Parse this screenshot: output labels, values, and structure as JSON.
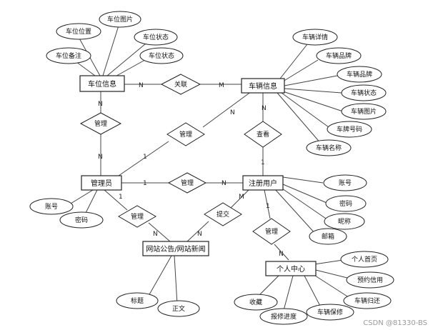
{
  "entities": {
    "parking": "车位信息",
    "vehicle": "车辆信息",
    "admin": "管理员",
    "user": "注册用户",
    "news": "网站公告/网站新闻",
    "center": "个人中心"
  },
  "attributes": {
    "parking": [
      "车位位置",
      "车位图片",
      "车位状态",
      "车位备注",
      "车位状态"
    ],
    "vehicle": [
      "车辆详情",
      "车辆品牌",
      "车辆品牌",
      "车辆状态",
      "车辆图片",
      "车牌号码",
      "车辆名称"
    ],
    "admin": [
      "账号",
      "密码"
    ],
    "user": [
      "账号",
      "密码",
      "昵称",
      "邮箱"
    ],
    "news": [
      "标题",
      "正文"
    ],
    "center": [
      "个人首页",
      "预约信用",
      "车辆归还",
      "报修进度",
      "车辆保修",
      "收藏"
    ]
  },
  "relations": {
    "parking_vehicle": "关联",
    "admin_parking": "管理",
    "admin_vehicle": "管理",
    "admin_user": "管理",
    "user_vehicle": "查看",
    "admin_news": "管理",
    "user_news": "提交",
    "user_center": "管理"
  },
  "cardinalities": {
    "pv_n": "N",
    "pv_m": "M",
    "ap_top": "N",
    "ap_bot": "N",
    "av_1": "1",
    "av_n": "N",
    "au_1": "1",
    "au_n": "N",
    "uv_n": "N",
    "uv_1": "1",
    "an_1": "1",
    "an_n": "N",
    "un_m": "M",
    "un_n": "N",
    "uc_1": "1",
    "uc_n": "N"
  },
  "watermark": "CSDN @81330-BS"
}
